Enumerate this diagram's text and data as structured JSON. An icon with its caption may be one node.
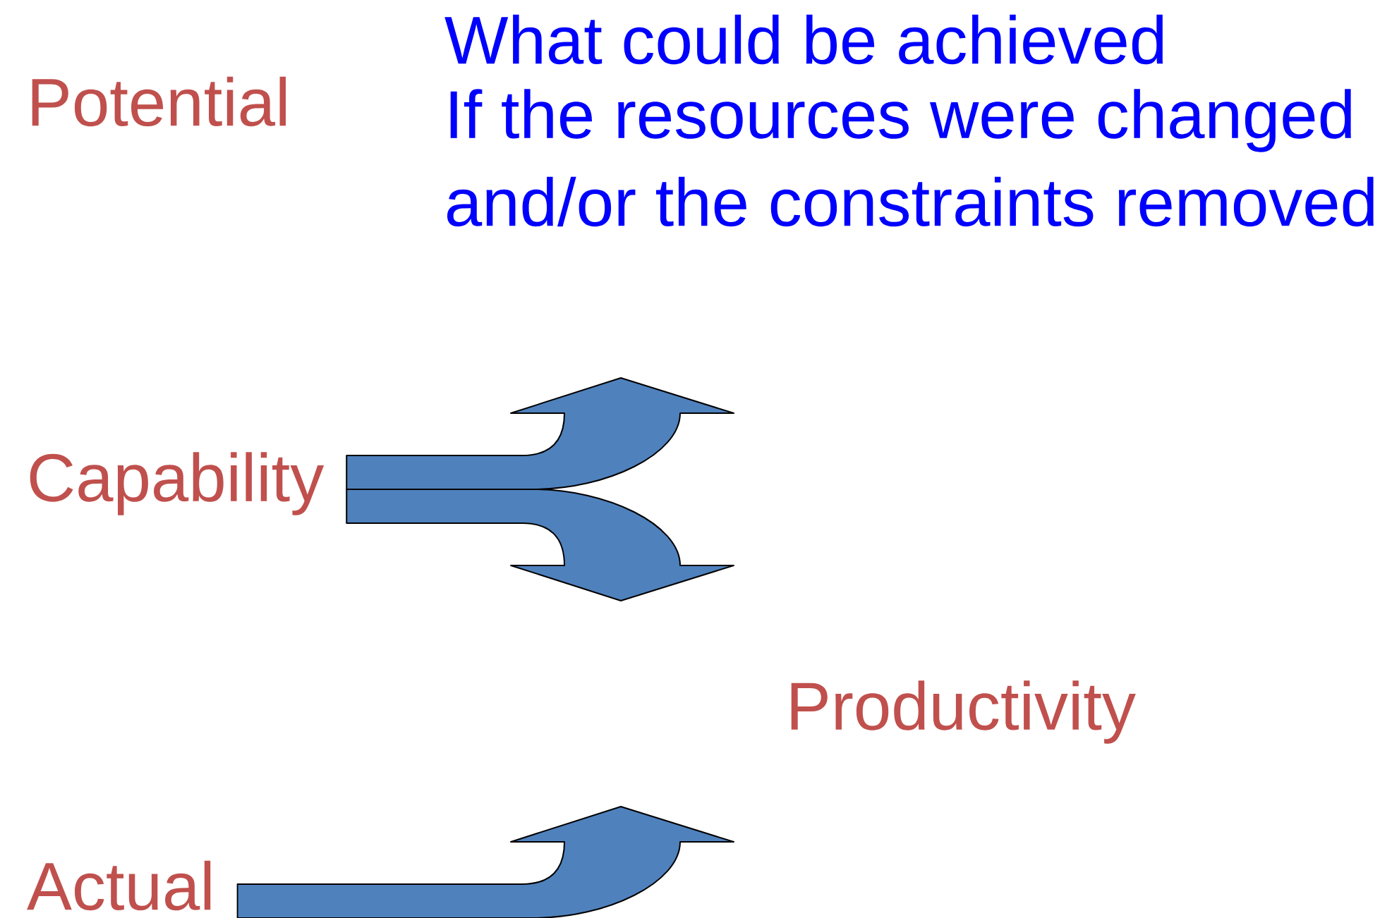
{
  "diagram": {
    "nodes": [
      {
        "text": [
          "Potential"
        ],
        "beside": [
          "What could be achieved",
          "If the resources were changed",
          "and/or the constraints removed"
        ]
      },
      {
        "text": [
          "Capability"
        ]
      },
      {
        "text": [
          "Productivity"
        ]
      },
      {
        "text": [
          "Actual"
        ]
      }
    ],
    "edges": [
      {
        "from": 1,
        "to": null,
        "arrow": "to"
      },
      {
        "from": 1,
        "to": null,
        "arrow": "to"
      },
      {
        "from": 3,
        "to": null,
        "arrow": "to"
      }
    ]
  }
}
